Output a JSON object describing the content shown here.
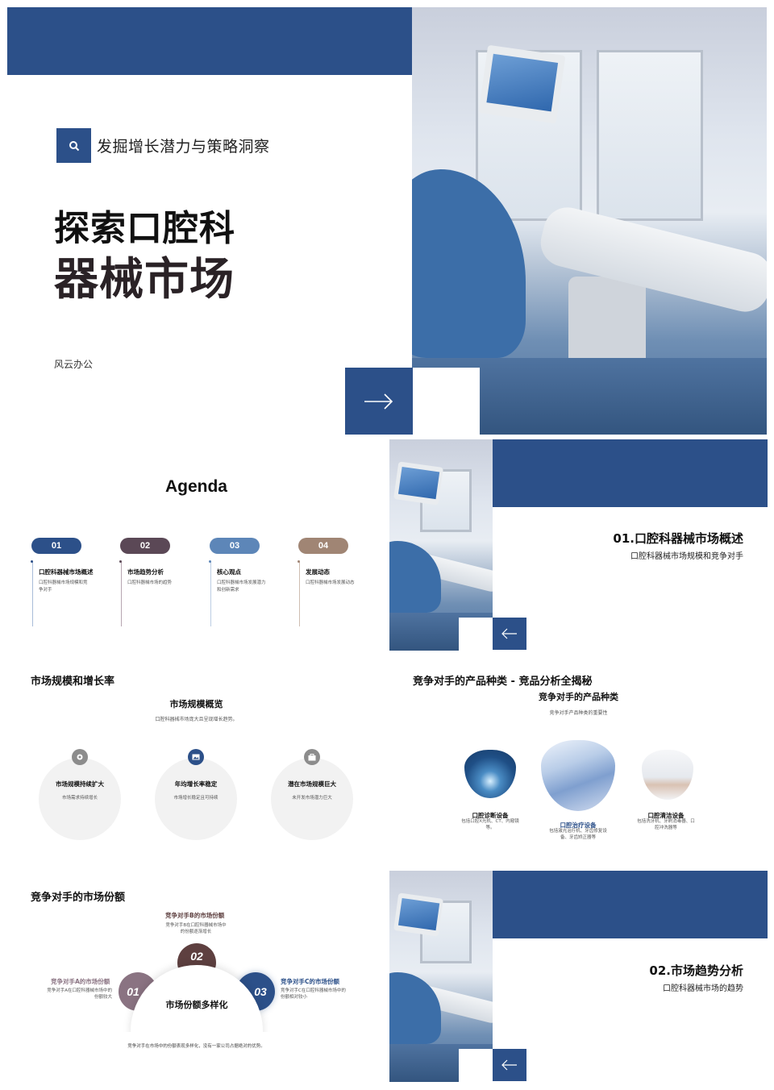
{
  "colors": {
    "primary_blue": "#2c5089",
    "plum": "#5b4856",
    "steel_blue": "#5d86b8",
    "taupe": "#a08574",
    "mauve": "#8a7382",
    "brown": "#5e4040"
  },
  "cover": {
    "subtitle": "发掘增长潜力与策略洞察",
    "title_line1": "探索口腔科",
    "title_line2": "器械市场",
    "brand": "风云办公",
    "watermark": "风云办公",
    "search_icon": "search-icon",
    "next_icon": "arrow-right-icon"
  },
  "agenda": {
    "heading": "Agenda",
    "items": [
      {
        "num": "01",
        "title": "口腔科器械市场概述",
        "desc": "口腔科器械市场规模和竞争对手",
        "color": "#2c5089",
        "line": "#a9bcd8"
      },
      {
        "num": "02",
        "title": "市场趋势分析",
        "desc": "口腔科器械市场的趋势",
        "color": "#5b4856",
        "line": "#b7a6b1"
      },
      {
        "num": "03",
        "title": "核心观点",
        "desc": "口腔科器械市场发展潜力和创新需求",
        "color": "#5d86b8",
        "line": "#bccde3"
      },
      {
        "num": "04",
        "title": "发展动态",
        "desc": "口腔科器械市场发展动态",
        "color": "#a08574",
        "line": "#cfbdb1"
      }
    ]
  },
  "section1": {
    "title": "01.口腔科器械市场概述",
    "subtitle": "口腔科器械市场规模和竞争对手",
    "prev_icon": "arrow-left-icon"
  },
  "market_size": {
    "heading": "市场规模和增长率",
    "sub_heading": "市场规模概览",
    "sub_desc": "口腔科器械市场庞大且呈现增长趋势。",
    "cards": [
      {
        "title": "市场规模持续扩大",
        "desc": "市场需求持续增长",
        "icon": "target-icon",
        "icon_color": "#8c8c8c"
      },
      {
        "title": "年均增长率稳定",
        "desc": "市场增长稳定且可持续",
        "icon": "image-icon",
        "icon_color": "#2c5089"
      },
      {
        "title": "潜在市场规模巨大",
        "desc": "未开发市场潜力巨大",
        "icon": "briefcase-icon",
        "icon_color": "#8c8c8c"
      }
    ]
  },
  "products": {
    "heading": "竞争对手的产品种类 - 竞品分析全揭秘",
    "sub_heading": "竞争对手的产品种类",
    "sub_desc": "竞争对手产品种类的重要性",
    "items": [
      {
        "title": "口腔诊断设备",
        "desc": "包括口腔X光机、CT、内窥镜等。",
        "highlight": false
      },
      {
        "title": "口腔治疗设备",
        "desc": "包括激光治疗机、牙齿修复设备、牙齿矫正器等",
        "highlight": true
      },
      {
        "title": "口腔清洁设备",
        "desc": "包括洗牙机、牙刷消毒器、口腔冲洗器等",
        "highlight": false
      }
    ]
  },
  "market_share": {
    "heading": "竞争对手的市场份额",
    "center_label": "市场份额多样化",
    "footer": "竞争对手在市场中的份额表现多样化，没有一家公司占据绝对的优势。",
    "items": [
      {
        "num": "01",
        "title": "竞争对手A的市场份额",
        "desc": "竞争对手A在口腔科器械市场中的份额较大",
        "color": "#8a7382"
      },
      {
        "num": "02",
        "title": "竞争对手B的市场份额",
        "desc": "竞争对手B在口腔科器械市场中的份额逐渐增长",
        "color": "#5e4040"
      },
      {
        "num": "03",
        "title": "竞争对手C的市场份额",
        "desc": "竞争对手C在口腔科器械市场中的份额相对较小",
        "color": "#2c5089"
      }
    ]
  },
  "section2": {
    "title": "02.市场趋势分析",
    "subtitle": "口腔科器械市场的趋势",
    "prev_icon": "arrow-left-icon"
  }
}
